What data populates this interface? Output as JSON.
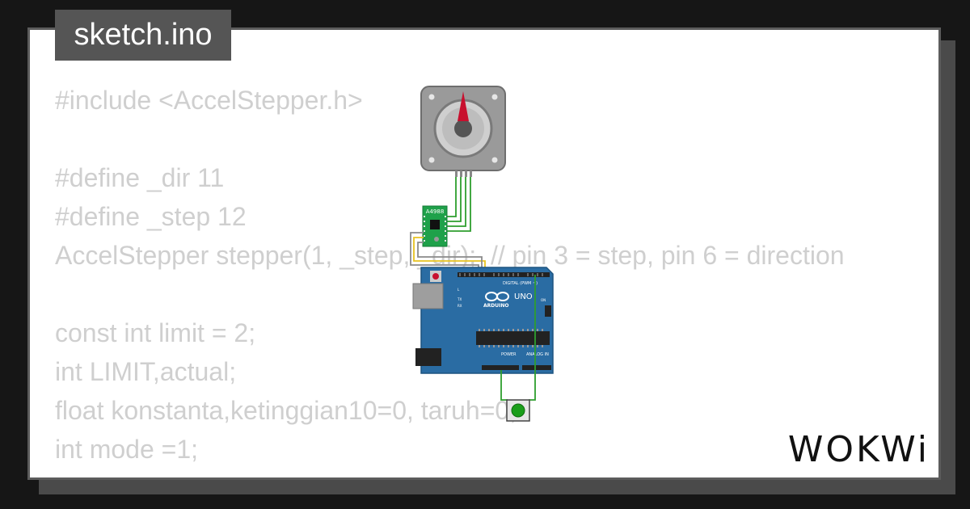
{
  "title": "sketch.ino",
  "code_lines": [
    "#include <AccelStepper.h>",
    "",
    "#define _dir 11",
    "#define _step 12",
    "AccelStepper stepper(1, _step, _dir);  // pin 3 = step, pin 6 = direction",
    "",
    "const int limit = 2;",
    "int LIMIT,actual;",
    "float konstanta,ketinggian10=0, taruh=0;",
    "int mode =1;"
  ],
  "diagram": {
    "driver_label": "A4988",
    "board_name": "UNO",
    "board_brand": "ARDUINO",
    "digital_label": "DIGITAL (PWM ~)",
    "power_label": "POWER",
    "analog_label": "ANALOG IN",
    "on_label": "ON",
    "tx_label": "TX",
    "rx_label": "RX",
    "l_label": "L"
  },
  "colors": {
    "board": "#2a6ca3",
    "wire_green": "#2e9e2e",
    "wire_yellow": "#e8c320",
    "button": "#1a9e1a"
  },
  "logo": "WOKWi"
}
